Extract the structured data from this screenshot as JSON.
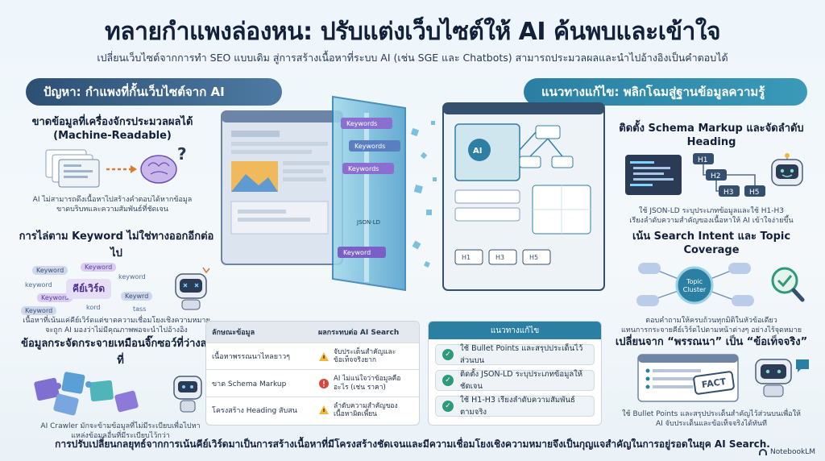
{
  "title": "ทลายกำแพงล่องหน: ปรับแต่งเว็บไซต์ให้ AI ค้นพบและเข้าใจ",
  "subtitle": "เปลี่ยนเว็บไซต์จากการทำ SEO แบบเดิม สู่การสร้างเนื้อหาที่ระบบ AI (เช่น SGE และ Chatbots) สามารถประมวลผลและนำไปอ้างอิงเป็นคำตอบได้",
  "left": {
    "header": "ปัญหา: กำแพงที่กั้นเว็บไซต์จาก AI",
    "s1": {
      "title_line1": "ขาดข้อมูลที่เครื่องจักรประมวลผลได้",
      "title_line2": "(Machine-Readable)",
      "caption_line1": "AI ไม่สามารถดึงเนื้อหาไปสร้างคำตอบได้หากข้อมูล",
      "caption_line2": "ขาดบริบทและความสัมพันธ์ที่ชัดเจน"
    },
    "s2": {
      "title": "การไล่ตาม Keyword ไม่ใช่ทางออกอีกต่อไป",
      "keywords": [
        "Keyword",
        "Keyword",
        "keyword",
        "Keyword",
        "keyword",
        "Keywrd",
        "kord",
        "tass",
        "Keyword"
      ],
      "center_keyword": "คีย์เวิร์ด",
      "caption_line1": "เนื้อหาที่เน้นแค่คีย์เวิร์ดแต่ขาดความเชื่อมโยงเชิงความหมาย",
      "caption_line2": "จะถูก AI มองว่าไม่มีคุณภาพพอจะนำไปอ้างอิง"
    },
    "s3": {
      "title": "ข้อมูลกระจัดกระจายเหมือนจิ๊กซอว์ที่ว่างสลับที่",
      "caption_line1": "AI Crawler มักจะข้ามข้อมูลที่ไม่มีระเบียบเพื่อไปหา",
      "caption_line2": "แหล่งข้อมูลอื่นที่มีระเบียบไว้กว่า"
    }
  },
  "center": {
    "wall_keywords": [
      "Keywords",
      "Keywords",
      "Keywords",
      "Keyword"
    ],
    "wall_code": "JSON-LD",
    "node_label": "AI",
    "heading_tags": [
      "H1",
      "H3",
      "H5"
    ]
  },
  "right": {
    "header": "แนวทางแก้ไข: พลิกโฉมสู่ฐานข้อมูลความรู้",
    "s1": {
      "title": "ติดตั้ง Schema Markup และจัดลำดับ Heading",
      "tags": [
        "H1",
        "H2",
        "H3",
        "H5"
      ],
      "caption_line1": "ใช้ JSON-LD ระบุประเภทข้อมูลและใช้ H1-H3",
      "caption_line2": "เรียงลำดับความสำคัญของเนื้อหาให้ AI เข้าใจง่ายขึ้น"
    },
    "s2": {
      "title": "เน้น Search Intent และ Topic Coverage",
      "cluster_line1": "Topic",
      "cluster_line2": "Cluster",
      "caption_line1": "ตอบคำถามให้ครบถ้วนทุกมิติในหัวข้อเดียว",
      "caption_line2": "แทนการกระจายคีย์เวิร์ดไปตามหน้าต่างๆ อย่างไร้จุดหมาย"
    },
    "s3": {
      "title": "เปลี่ยนจาก “พรรณนา” เป็น “ข้อเท็จจริง”",
      "fact_label": "FACT",
      "caption_line1": "ใช้ Bullet Points และสรุปประเด็นสำคัญไว้ส่วนบนเพื่อให้",
      "caption_line2": "AI จับประเด็นและข้อเท็จจริงได้ทันที"
    }
  },
  "table": {
    "headers": [
      "ลักษณะข้อมูล",
      "ผลกระทบต่อ AI Search"
    ],
    "rows": [
      {
        "feature": "เนื้อหาพรรณนาไหลยาวๆ",
        "impact_line1": "จับประเด็นสำคัญและ",
        "impact_line2": "ข้อเท็จจริงยาก",
        "status": "warning"
      },
      {
        "feature": "ขาด Schema Markup",
        "impact_line1": "AI ไม่แน่ใจว่าข้อมูลคือ",
        "impact_line2": "อะไร (เช่น ราคา)",
        "status": "error"
      },
      {
        "feature": "โครงสร้าง Heading สับสน",
        "impact_line1": "ลำดับความสำคัญของ",
        "impact_line2": "เนื้อหาผิดเพี้ยน",
        "status": "warning"
      }
    ]
  },
  "solutions": {
    "header": "แนวทางแก้ไข",
    "items": [
      "ใช้ Bullet Points และสรุปประเด็นไว้ส่วนบน",
      "ติดตั้ง JSON-LD ระบุประเภทข้อมูลให้ชัดเจน",
      "ใช้ H1-H3 เรียงลำดับความสัมพันธ์ตามจริง"
    ]
  },
  "footer": "การปรับเปลี่ยนกลยุทธ์จากการเน้นคีย์เวิร์ดมาเป็นการสร้างเนื้อหาที่มีโครงสร้างชัดเจนและมีความเชื่อมโยงเชิงความหมายจึงเป็นกุญแจสำคัญในการอยู่รอดในยุค AI Search.",
  "brand": "NotebookLM",
  "colors": {
    "navy": "#2d4f74",
    "teal": "#2a7fa3",
    "purple": "#6b4fb3",
    "warning": "#f2b63c",
    "error": "#d9453b",
    "check": "#2f9a7a"
  }
}
